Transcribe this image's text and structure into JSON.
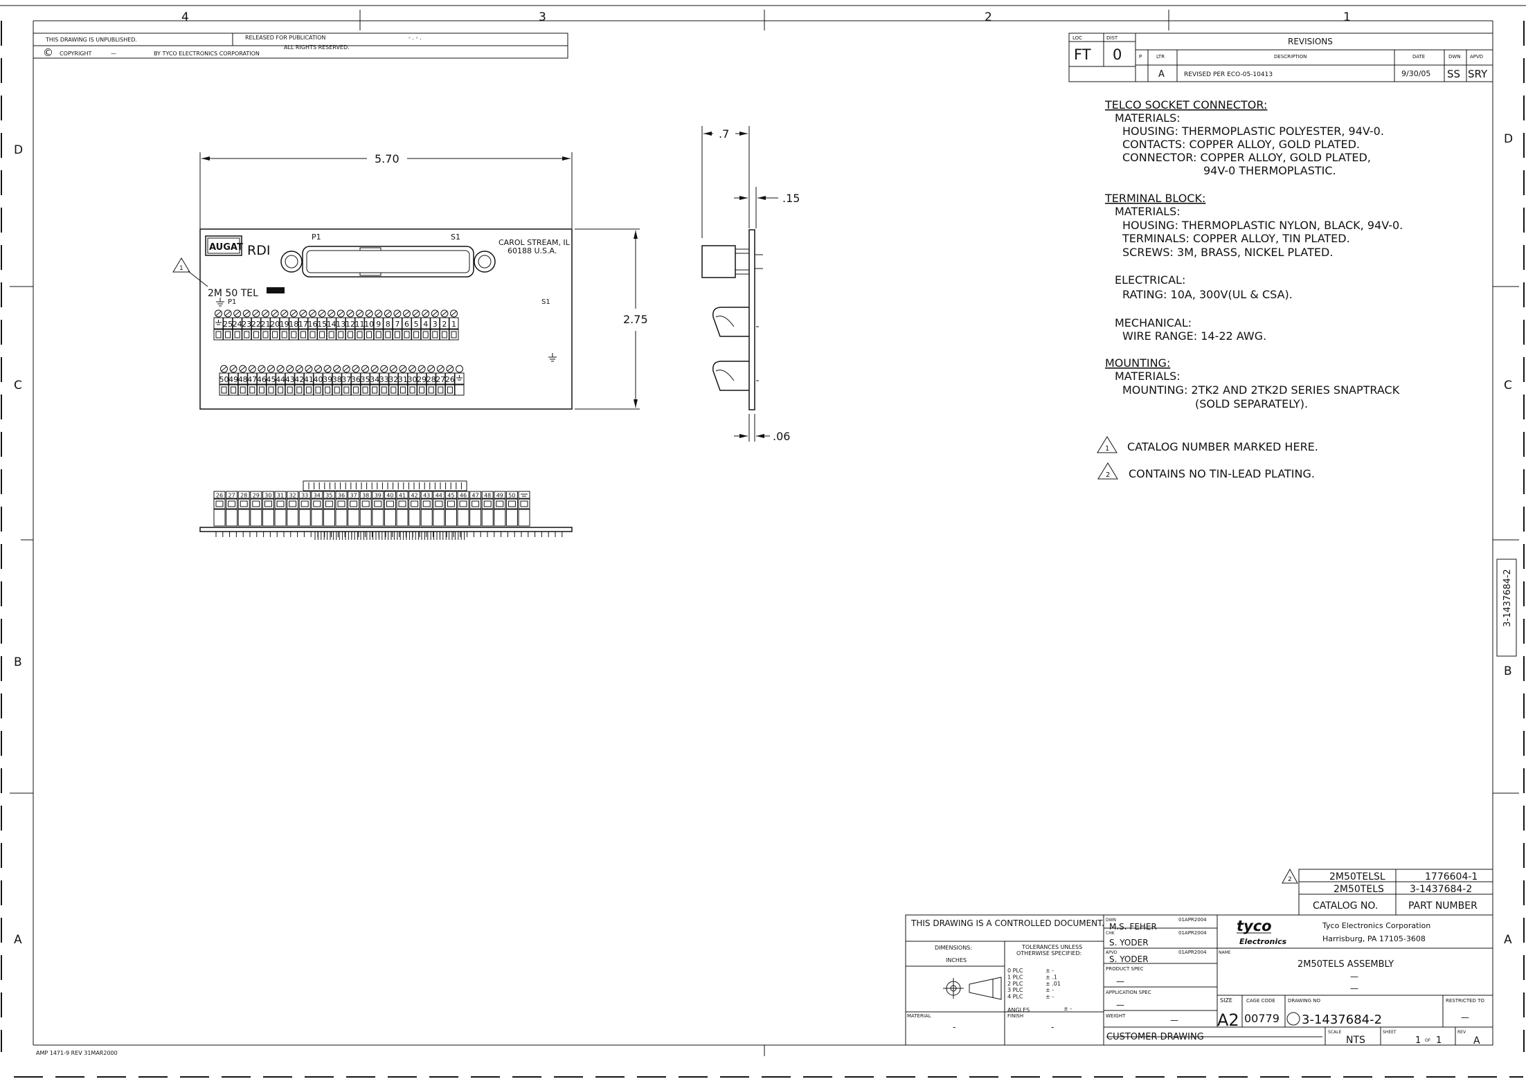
{
  "border": {
    "zones_top": [
      "4",
      "3",
      "2",
      "1"
    ],
    "zones_left": [
      "D",
      "C",
      "B",
      "A"
    ],
    "zones_right": [
      "D",
      "C",
      "B",
      "A"
    ],
    "vertical_drawing_no": "3-1437684-2",
    "form_note": "AMP 1471-9 REV 31MAR2000"
  },
  "header": {
    "unpublished": "THIS DRAWING IS UNPUBLISHED.",
    "released": "RELEASED FOR PUBLICATION",
    "released_value": "- . -  .",
    "copyright_symbol": "©",
    "copyright": "COPYRIGHT",
    "copyright_dash": "—",
    "by_company": "BY TYCO ELECTRONICS CORPORATION",
    "rights": "ALL RIGHTS RESERVED."
  },
  "revisions": {
    "loc_label": "LOC",
    "loc_value": "FT",
    "dist_label": "DIST",
    "dist_value": "0",
    "title": "REVISIONS",
    "col_p": "P",
    "col_ltr": "LTR",
    "col_desc": "DESCRIPTION",
    "col_date": "DATE",
    "col_dwn": "DWN",
    "col_apvd": "APVD",
    "rows": [
      {
        "ltr": "A",
        "desc": "REVISED PER ECO-05-10413",
        "date": "9/30/05",
        "dwn": "SS",
        "apvd": "SRY"
      }
    ]
  },
  "notes": {
    "telco_heading": "TELCO SOCKET CONNECTOR:",
    "telco_materials": "MATERIALS:",
    "telco_housing": "HOUSING: THERMOPLASTIC POLYESTER, 94V-0.",
    "telco_contacts": "CONTACTS: COPPER ALLOY, GOLD PLATED.",
    "telco_connector": "CONNECTOR: COPPER ALLOY, GOLD PLATED,",
    "telco_connector2": "94V-0 THERMOPLASTIC.",
    "terminal_heading": "TERMINAL BLOCK:",
    "terminal_materials": "MATERIALS:",
    "terminal_housing": "HOUSING: THERMOPLASTIC NYLON, BLACK, 94V-0.",
    "terminal_terminals": "TERMINALS: COPPER ALLOY, TIN PLATED.",
    "terminal_screws": "SCREWS: 3M, BRASS, NICKEL PLATED.",
    "electrical": "ELECTRICAL:",
    "rating": "RATING: 10A, 300V(UL & CSA).",
    "mechanical": "MECHANICAL:",
    "wire_range": "WIRE RANGE: 14-22 AWG.",
    "mounting_heading": "MOUNTING:",
    "mounting_materials": "MATERIALS:",
    "mounting_line": "MOUNTING: 2TK2 AND 2TK2D SERIES SNAPTRACK",
    "mounting_line2": "(SOLD SEPARATELY).",
    "flag1_num": "1",
    "flag1_text": "CATALOG NUMBER MARKED HERE.",
    "flag2_num": "2",
    "flag2_text": "CONTAINS NO TIN-LEAD PLATING."
  },
  "front_view": {
    "width_dim": "5.70",
    "height_dim": "2.75",
    "brand": "AUGAT",
    "brand2": "RDI",
    "p1_label": "P1",
    "s1_label": "S1",
    "city": "CAROL STREAM, IL",
    "zip": "60188 U.S.A.",
    "catalog_marking": "2M 50 TEL",
    "flag_num": "1",
    "row1_p1": "P1",
    "row1_s1": "S1",
    "row1_numbers": [
      "25",
      "24",
      "23",
      "22",
      "21",
      "20",
      "19",
      "18",
      "17",
      "16",
      "15",
      "14",
      "13",
      "12",
      "11",
      "10",
      "9",
      "8",
      "7",
      "6",
      "5",
      "4",
      "3",
      "2",
      "1"
    ],
    "row2_numbers": [
      "50",
      "49",
      "48",
      "47",
      "46",
      "45",
      "44",
      "43",
      "42",
      "41",
      "40",
      "39",
      "38",
      "37",
      "36",
      "35",
      "34",
      "33",
      "32",
      "31",
      "30",
      "29",
      "28",
      "27",
      "26"
    ]
  },
  "side_view": {
    "dim_top": ".7",
    "dim_thick": ".15",
    "dim_bottom": ".06"
  },
  "bottom_view": {
    "numbers": [
      "26",
      "27",
      "28",
      "29",
      "30",
      "31",
      "32",
      "33",
      "34",
      "35",
      "36",
      "37",
      "38",
      "39",
      "40",
      "41",
      "42",
      "43",
      "44",
      "45",
      "46",
      "47",
      "48",
      "49",
      "50"
    ]
  },
  "parts_table": {
    "flag_num": "2",
    "rows": [
      {
        "catalog": "2M50TELSL",
        "part": "1776604-1"
      },
      {
        "catalog": "2M50TELS",
        "part": "3-1437684-2"
      }
    ],
    "col_catalog": "CATALOG NO.",
    "col_part": "PART NUMBER"
  },
  "title_block": {
    "controlled": "THIS DRAWING IS A CONTROLLED DOCUMENT.",
    "dimensions_label": "DIMENSIONS:",
    "dimensions_value": "INCHES",
    "tolerances_label": "TOLERANCES UNLESS",
    "tolerances_label2": "OTHERWISE SPECIFIED:",
    "tolerances": [
      {
        "plc": "0 PLC",
        "val": "± -"
      },
      {
        "plc": "1 PLC",
        "val": "± .1"
      },
      {
        "plc": "2 PLC",
        "val": "± .01"
      },
      {
        "plc": "3 PLC",
        "val": "± -"
      },
      {
        "plc": "4 PLC",
        "val": "± -"
      }
    ],
    "angles_label": "ANGLES",
    "angles_value": "± -",
    "material_label": "MATERIAL",
    "material_value": "-",
    "finish_label": "FINISH",
    "finish_value": "-",
    "dwn_label": "DWN",
    "dwn_name": "M.S. FEHER",
    "dwn_date": "01APR2004",
    "chk_label": "CHK",
    "chk_name": "S. YODER",
    "chk_date": "01APR2004",
    "apvd_label": "APVD",
    "apvd_name": "S. YODER",
    "apvd_date": "01APR2004",
    "product_spec_label": "PRODUCT SPEC",
    "product_spec_value": "—",
    "application_spec_label": "APPLICATION SPEC",
    "application_spec_value": "—",
    "weight_label": "WEIGHT",
    "weight_value": "—",
    "customer_drawing": "CUSTOMER DRAWING",
    "logo_top": "tyco",
    "logo_bottom": "Electronics",
    "company": "Tyco Electronics Corporation",
    "address": "Harrisburg, PA 17105-3608",
    "name_label": "NAME",
    "name_value": "2M50TELS ASSEMBLY",
    "name_line2": "—",
    "name_line3": "—",
    "size_label": "SIZE",
    "size_value": "A2",
    "cage_label": "CAGE CODE",
    "cage_value": "00779",
    "drawing_no_label": "DRAWING NO",
    "drawing_no_value": "3-1437684-2",
    "restricted_label": "RESTRICTED TO",
    "restricted_value": "—",
    "scale_label": "SCALE",
    "scale_value": "NTS",
    "sheet_label": "SHEET",
    "sheet_value": "1",
    "sheet_of": "OF",
    "sheet_total": "1",
    "rev_label": "REV",
    "rev_value": "A"
  }
}
